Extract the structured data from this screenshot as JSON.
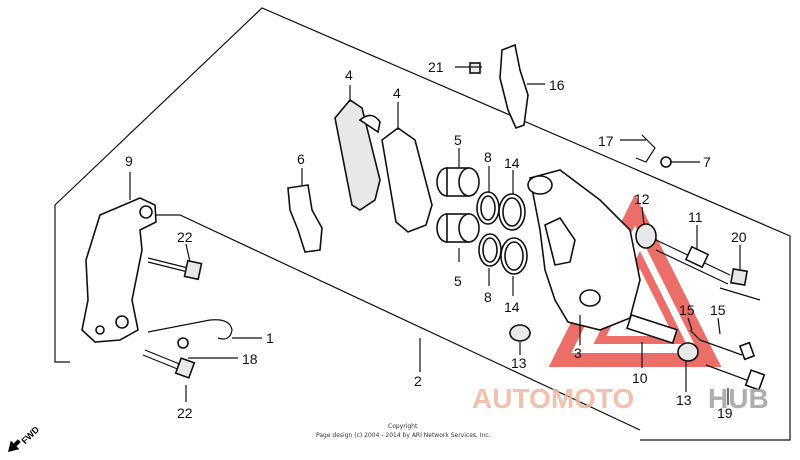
{
  "callouts": {
    "c1": "1",
    "c2": "2",
    "c3": "3",
    "c4a": "4",
    "c4b": "4",
    "c5a": "5",
    "c5b": "5",
    "c6": "6",
    "c7": "7",
    "c8a": "8",
    "c8b": "8",
    "c9": "9",
    "c10": "10",
    "c11": "11",
    "c12": "12",
    "c13a": "13",
    "c13b": "13",
    "c14a": "14",
    "c14b": "14",
    "c15a": "15",
    "c15b": "15",
    "c16": "16",
    "c17": "17",
    "c18": "18",
    "c19": "19",
    "c20": "20",
    "c21": "21",
    "c22a": "22",
    "c22b": "22"
  },
  "copyright": {
    "line1": "Copyright",
    "line2": "Page design (c) 2004 - 2014 by ARI Network Services, Inc."
  },
  "watermark": {
    "part1": "AUTOMOTO",
    "part2": "HUB",
    "color_primary": "#e8554e",
    "color_secondary": "#f5a623"
  },
  "fwd_label": "FWD"
}
